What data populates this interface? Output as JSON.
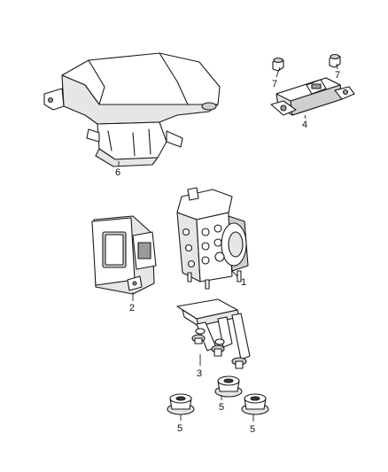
{
  "callouts": {
    "c1": "1",
    "c2": "2",
    "c3": "3",
    "c4": "4",
    "c5a": "5",
    "c5b": "5",
    "c5c": "5",
    "c6": "6",
    "c7a": "7",
    "c7b": "7"
  }
}
